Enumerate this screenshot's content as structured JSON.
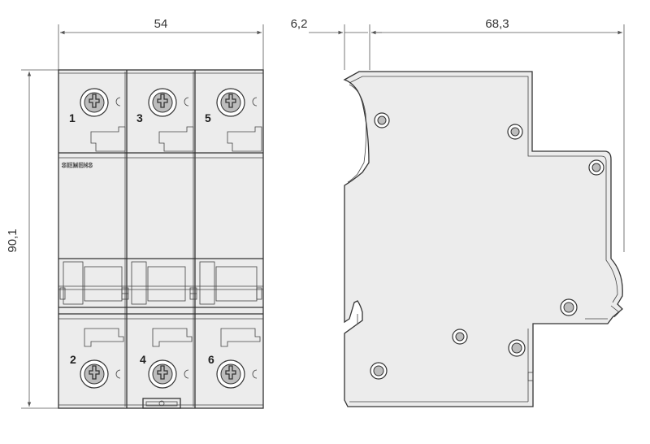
{
  "dimensions": {
    "width": "54",
    "offset": "6,2",
    "depth": "68,3",
    "height": "90,1"
  },
  "brand": "SIEMENS",
  "terminals": {
    "top": [
      "1",
      "3",
      "5"
    ],
    "bottom": [
      "2",
      "4",
      "6"
    ]
  },
  "colors": {
    "line": "#333333",
    "body": "#ececec",
    "background": "#ffffff"
  }
}
